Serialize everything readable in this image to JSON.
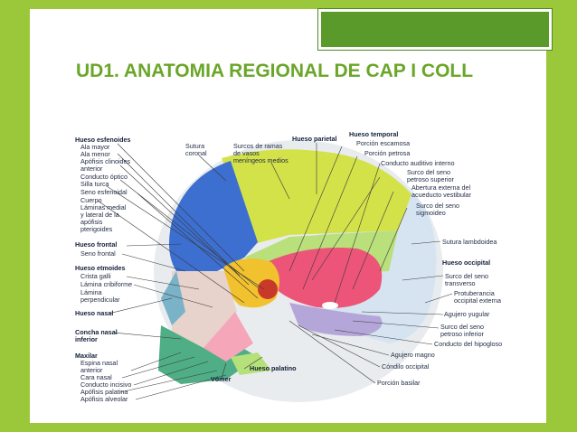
{
  "slide": {
    "title": "UD1. ANATOMIA REGIONAL DE CAP I COLL"
  },
  "colors": {
    "background": "#9bc83a",
    "title_box": "#5a9a2a",
    "title_text": "#6aa629",
    "frontal": "#3c6fd0",
    "parietal": "#d4e24a",
    "temporal": "#ec5577",
    "occipital": "#d6e4f2",
    "sphenoid": "#f2c12e",
    "ethmoid": "#e8d2cc",
    "nasal": "#7ab2c8",
    "maxilla": "#4fae86",
    "vomer": "#f5a6b8",
    "palatine": "#b6e07a",
    "basilar": "#b5a6da"
  },
  "figure": {
    "labels": {
      "hueso_esfenoides": "Hueso esfenoides",
      "ala_mayor": "Ala mayor",
      "ala_menor": "Ala menor",
      "apofisis_clinoides": "Apófisis clinoides",
      "anterior": "anterior",
      "conducto_optico": "Conducto óptico",
      "silla_turca": "Silla turca",
      "seno_esfenoidal": "Seno esfenoidal",
      "cuerpo": "Cuerpo",
      "laminas_medial": "Láminas medial y lateral de la apófisis pterigoides",
      "hueso_frontal": "Hueso frontal",
      "seno_frontal": "Seno frontal",
      "hueso_etmoides": "Hueso etmoides",
      "crista_galli": "Crista galli",
      "lamina_cribiforme": "Lámina cribiforme",
      "lamina_perpendicular": "Lámina perpendicular",
      "hueso_nasal": "Hueso nasal",
      "concha_nasal": "Concha nasal inferior",
      "maxilar": "Maxilar",
      "espina_nasal": "Espina nasal anterior",
      "cara_nasal": "Cara nasal",
      "conducto_incisivo": "Conducto incisivo",
      "apofisis_palatina": "Apófisis palatina",
      "apofisis_alveolar": "Apófisis alveolar",
      "vomer": "Vómer",
      "hueso_palatino": "Hueso palatino",
      "sutura_coronal": "Sutura coronal",
      "surcos_ramas": "Surcos de ramas de vasos meníngeos medios",
      "hueso_parietal": "Hueso parietal",
      "hueso_temporal": "Hueso temporal",
      "porcion_escamosa": "Porción escamosa",
      "porcion_petrosa": "Porción petrosa",
      "conducto_auditivo": "Conducto auditivo interno",
      "surco_petroso_superior": "Surco del seno petroso superior",
      "abertura_acueducto": "Abertura externa del acueducto vestibular",
      "surco_sigmoideo": "Surco del seno sigmoideo",
      "sutura_lambdoidea": "Sutura lambdoidea",
      "hueso_occipital": "Hueso occipital",
      "surco_transverso": "Surco del seno transverso",
      "protuberancia": "Protuberancia occipital externa",
      "agujero_yugular": "Agujero yugular",
      "surco_petroso_inferior": "Surco del seno petroso inferior",
      "conducto_hipogloso": "Conducto del hipogloso",
      "agujero_magno": "Agujero magno",
      "condilo_occipital": "Cóndilo occipital",
      "porcion_basilar": "Porción basilar"
    }
  }
}
